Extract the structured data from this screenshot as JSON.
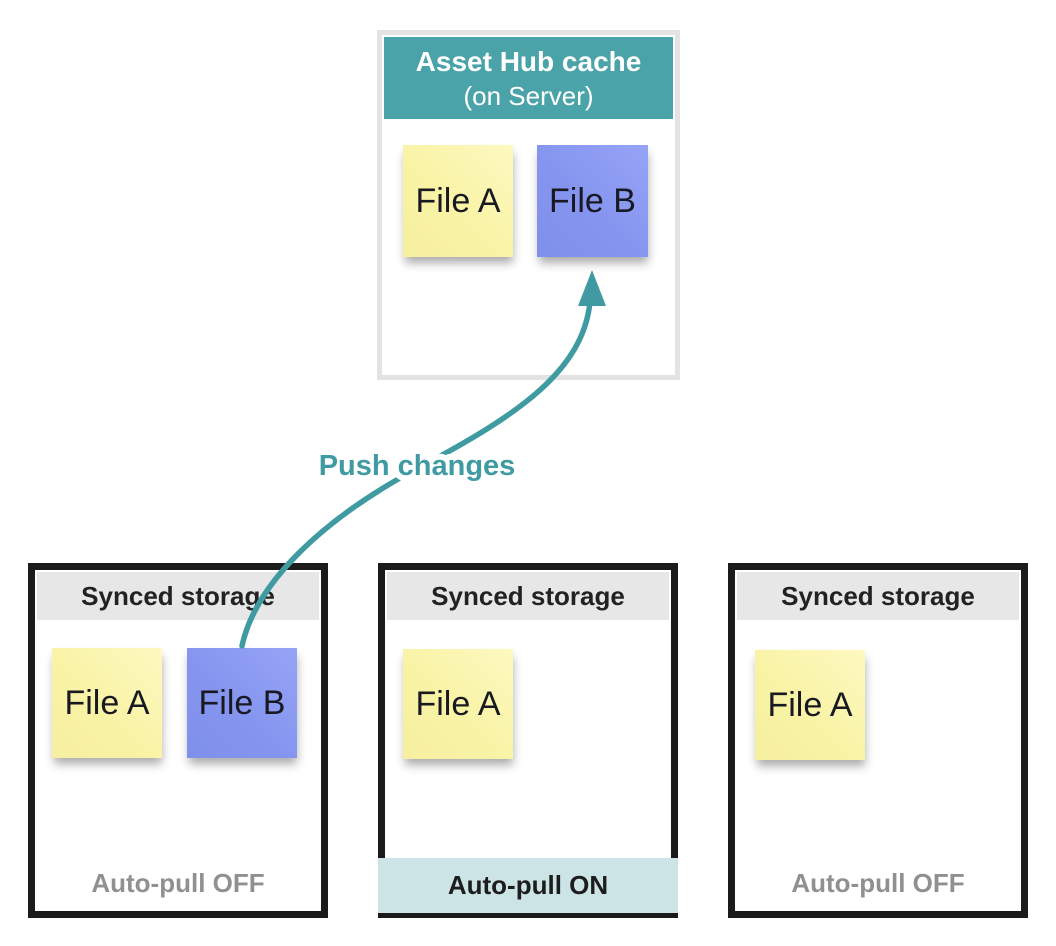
{
  "hub": {
    "title": "Asset Hub cache",
    "subtitle": "(on Server)",
    "files": [
      {
        "label": "File A",
        "color": "#f9f3a6"
      },
      {
        "label": "File B",
        "color": "#8595ef"
      }
    ]
  },
  "arrow_label": "Push changes",
  "storages": [
    {
      "title": "Synced storage",
      "files": [
        {
          "label": "File A",
          "color": "#f9f3a6"
        },
        {
          "label": "File B",
          "color": "#8595ef"
        }
      ],
      "footer": "Auto-pull OFF",
      "auto_pull": "off"
    },
    {
      "title": "Synced storage",
      "files": [
        {
          "label": "File A",
          "color": "#f9f3a6"
        }
      ],
      "footer": "Auto-pull ON",
      "auto_pull": "on"
    },
    {
      "title": "Synced storage",
      "files": [
        {
          "label": "File A",
          "color": "#f9f3a6"
        }
      ],
      "footer": "Auto-pull OFF",
      "auto_pull": "off"
    }
  ],
  "colors": {
    "teal_header": "#4aa3a8",
    "arrow_teal": "#3f9ba1",
    "hub_border": "#e3e3e3",
    "storage_border": "#1b1b1b",
    "storage_header_bg": "#e7e7e7",
    "auto_pull_on_bg": "#cde4e7",
    "auto_pull_off_text": "#909090",
    "sticky_yellow": "#f9f3a6",
    "sticky_blue": "#8595ef"
  }
}
